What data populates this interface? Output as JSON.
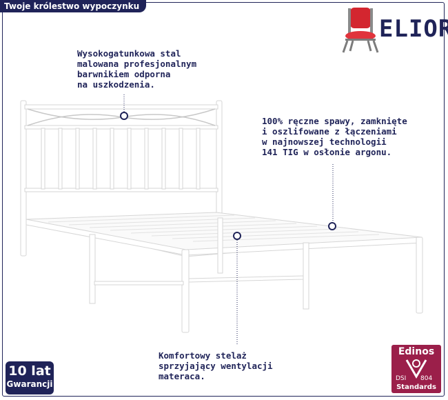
{
  "header": {
    "tagline": "Twoje królestwo wypoczynku"
  },
  "logo": {
    "brand": "ELIOR"
  },
  "annotations": {
    "steel": {
      "lines": [
        "Wysokogatunkowa stal",
        "malowana profesjonalnym",
        "barwnikiem odporna",
        "na uszkodzenia."
      ]
    },
    "welds": {
      "lines": [
        "100% ręczne spawy, zamknięte",
        "i oszlifowane z łączeniami",
        "w najnowszej technologii",
        "141 TIG w osłonie argonu."
      ]
    },
    "slats": {
      "lines": [
        "Komfortowy stelaż",
        "sprzyjający wentylacji",
        "materaca."
      ]
    }
  },
  "badges": {
    "warranty": {
      "line1": "10 lat",
      "line2": "Gwarancji"
    },
    "standard": {
      "name": "Edinos",
      "code_left": "DSI",
      "code_right": "804",
      "label": "Standards"
    }
  },
  "colors": {
    "navy": "#1f2358",
    "maroon": "#9b1f4a",
    "chair_red": "#d3262f"
  }
}
